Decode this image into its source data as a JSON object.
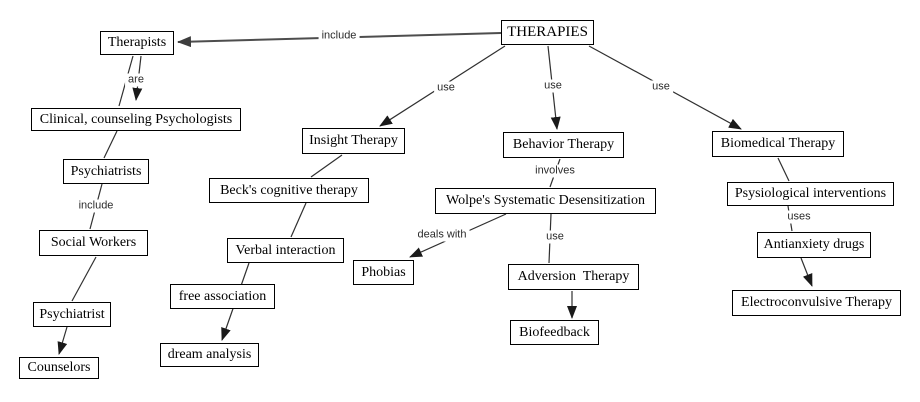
{
  "concept_map": {
    "nodes": {
      "therapies": "THERAPIES",
      "therapists": "Therapists",
      "clinical": "Clinical, counseling Psychologists",
      "psychiatrists": "Psychiatrists",
      "social_workers": "Social Workers",
      "psychiatrist": "Psychiatrist",
      "counselors": "Counselors",
      "insight": "Insight Therapy",
      "becks": "Beck's cognitive therapy",
      "verbal": "Verbal interaction",
      "free_association": "free association",
      "dream_analysis": "dream analysis",
      "behavior": "Behavior Therapy",
      "wolpe": "Wolpe's Systematic Desensitization",
      "phobias": "Phobias",
      "adversion": "Adversion  Therapy",
      "biofeedback": "Biofeedback",
      "biomedical": "Biomedical Therapy",
      "psysiological": "Psysiological interventions",
      "antianxiety": "Antianxiety drugs",
      "electroconvulsive": "Electroconvulsive Therapy"
    },
    "link_labels": {
      "include_top": "include",
      "are": "are",
      "include_left": "include",
      "use_insight": "use",
      "use_behavior": "use",
      "use_biomedical": "use",
      "involves": "involves",
      "deals_with": "deals with",
      "use_adversion": "use",
      "uses": "uses"
    },
    "colors": {
      "background": "#ffffff",
      "box_border": "#000000",
      "box_background": "#ffffff",
      "box_text": "#000000",
      "line": "#303030",
      "include_line": "#4d4d4d",
      "label_text": "#2b2b2b"
    }
  }
}
